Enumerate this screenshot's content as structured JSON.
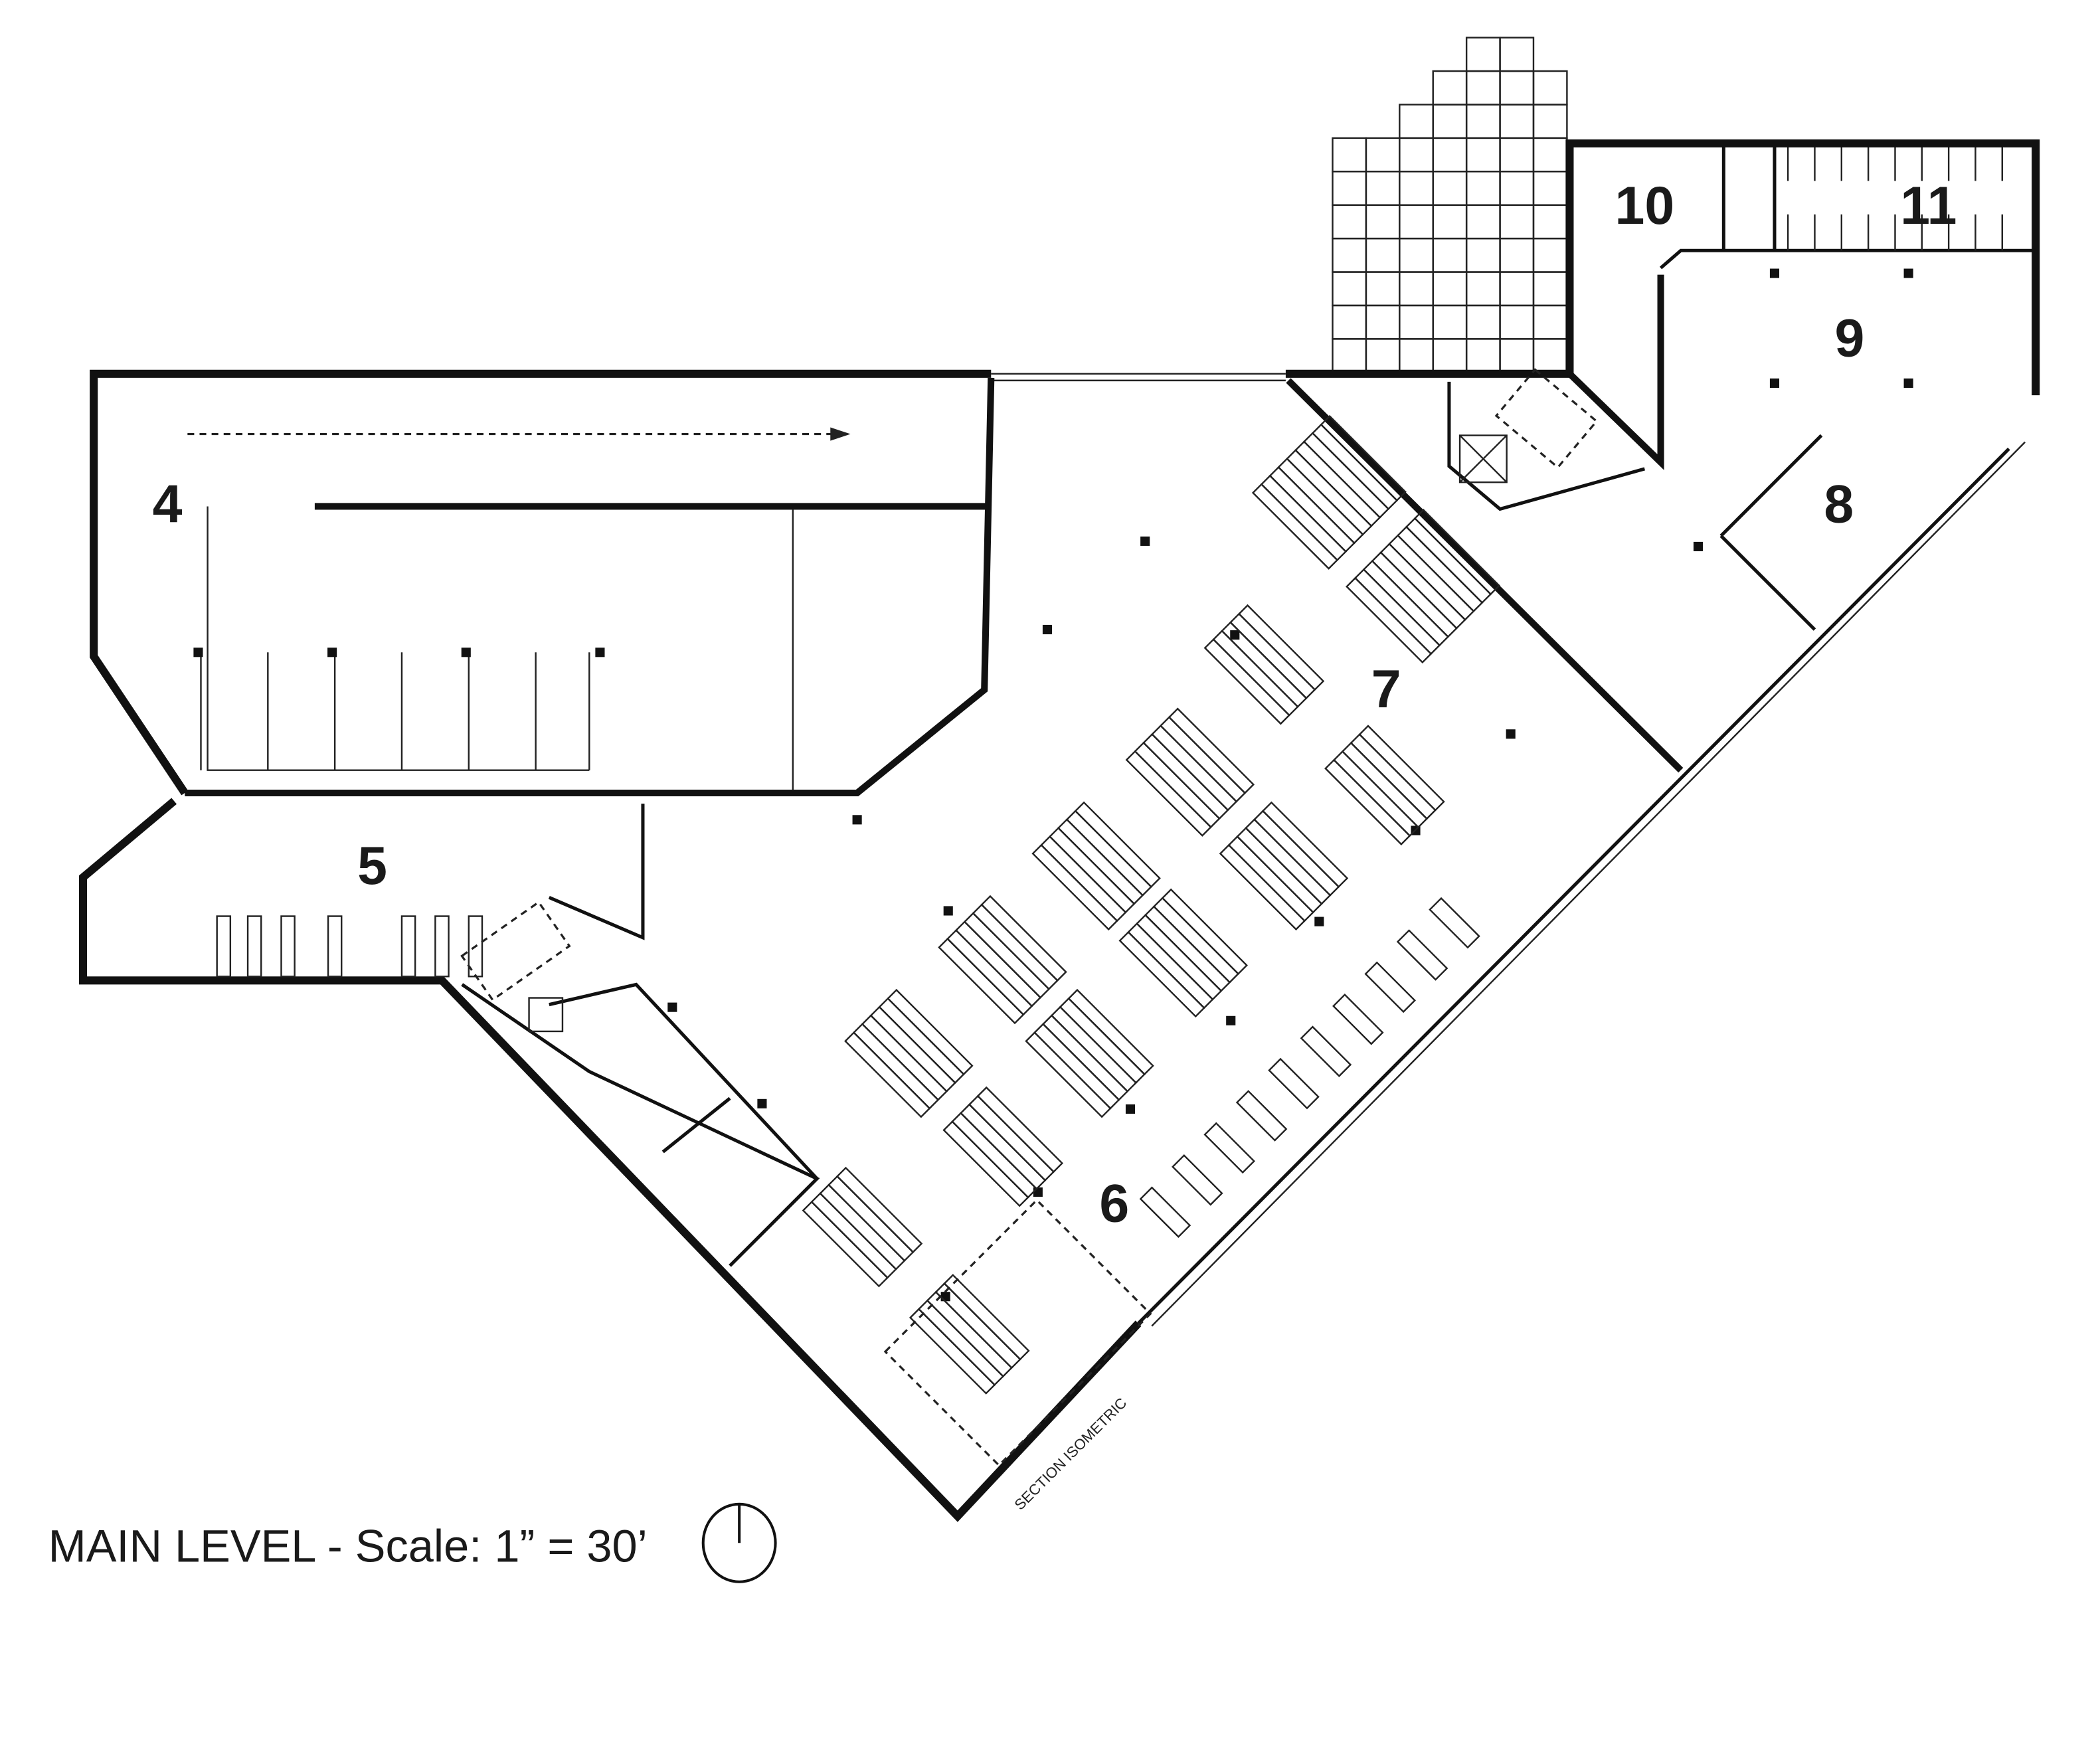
{
  "plan": {
    "title": "MAIN LEVEL - Scale:  1” = 30’",
    "section_label": "SECTION ISOMETRIC",
    "north_arrow_icon": "north-arrow-icon"
  },
  "rooms": [
    {
      "id": "4",
      "label": "4"
    },
    {
      "id": "5",
      "label": "5"
    },
    {
      "id": "6",
      "label": "6"
    },
    {
      "id": "7",
      "label": "7"
    },
    {
      "id": "8",
      "label": "8"
    },
    {
      "id": "9",
      "label": "9"
    },
    {
      "id": "10",
      "label": "10"
    },
    {
      "id": "11",
      "label": "11"
    }
  ]
}
